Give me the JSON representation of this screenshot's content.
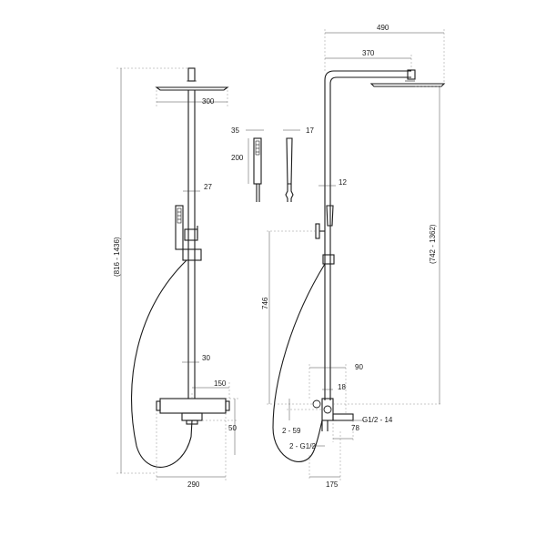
{
  "dimensions": {
    "top_width": "490",
    "arm_length": "370",
    "head_size": "300",
    "handset_width": "35",
    "handset_depth": "17",
    "handset_height": "200",
    "rail_front_width": "27",
    "rail_side_width": "12",
    "total_height_range": "(816 - 1436)",
    "side_height_range": "(742 - 1362)",
    "holder_height": "746",
    "rail_bottom_width": "30",
    "mixer_offset": "150",
    "mixer_height": "50",
    "mixer_width": "290",
    "spout_offset": "90",
    "mixer_depth": "18",
    "thread_spec": "G1/2 - 14",
    "connection_a": "2 - 59",
    "spout_depth": "78",
    "connection_b": "2 - G1/2",
    "base_depth": "175"
  }
}
